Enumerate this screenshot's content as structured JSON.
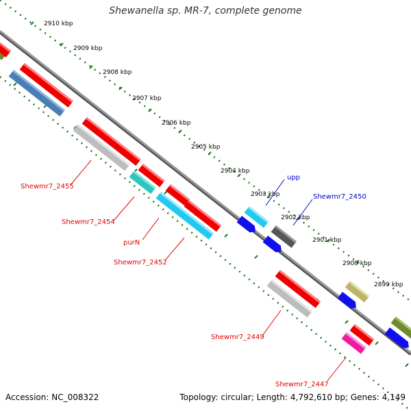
{
  "title": "Shewanella sp. MR-7, complete genome",
  "footer": {
    "accession": "Accession: NC_008322",
    "summary": "Topology: circular; Length: 4,792,610 bp; Genes: 4,149"
  },
  "scale_labels": [
    "2910 kbp",
    "2909 kbp",
    "2908 kbp",
    "2907 kbp",
    "2906 kbp",
    "2905 kbp",
    "2904 kbp",
    "2903 kbp",
    "2902 kbp",
    "2901 kbp",
    "2900 kbp",
    "2899 kbp"
  ],
  "gene_labels": [
    {
      "name": "Shewmr7_2455",
      "color": "#e00000"
    },
    {
      "name": "Shewmr7_2454",
      "color": "#e00000"
    },
    {
      "name": "purN",
      "color": "#e00000"
    },
    {
      "name": "Shewmr7_2452",
      "color": "#e00000"
    },
    {
      "name": "Shewmr7_2449",
      "color": "#e00000"
    },
    {
      "name": "Shewmr7_2447",
      "color": "#e00000"
    },
    {
      "name": "upp",
      "color": "#0000cc"
    },
    {
      "name": "Shewmr7_2450",
      "color": "#0000cc"
    }
  ],
  "colors": {
    "backbone": "#8a8a8a",
    "tick": "#1a7a1a",
    "red_gene": "#ee0000",
    "blue_gene": "#1010ee",
    "steel_gene": "#4a7fb5",
    "grey_gene": "#bdbdbd",
    "cyan_gene": "#22c8f0",
    "teal_gene": "#2bc7c0",
    "olive_gene": "#6e8a2a",
    "khaki_gene": "#bdb46a",
    "dark_gene": "#555555",
    "pink_gene": "#f01aa0"
  }
}
